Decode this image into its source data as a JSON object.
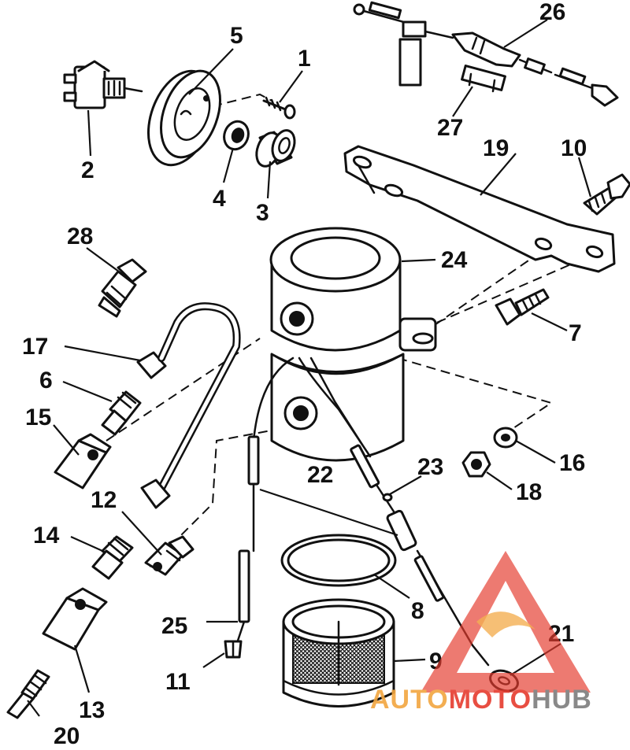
{
  "callouts": [
    {
      "id": "1",
      "label": "1"
    },
    {
      "id": "2",
      "label": "2"
    },
    {
      "id": "3",
      "label": "3"
    },
    {
      "id": "4",
      "label": "4"
    },
    {
      "id": "5",
      "label": "5"
    },
    {
      "id": "6",
      "label": "6"
    },
    {
      "id": "7",
      "label": "7"
    },
    {
      "id": "8",
      "label": "8"
    },
    {
      "id": "9",
      "label": "9"
    },
    {
      "id": "10",
      "label": "10"
    },
    {
      "id": "11",
      "label": "11"
    },
    {
      "id": "12",
      "label": "12"
    },
    {
      "id": "13",
      "label": "13"
    },
    {
      "id": "14",
      "label": "14"
    },
    {
      "id": "15",
      "label": "15"
    },
    {
      "id": "16",
      "label": "16"
    },
    {
      "id": "17",
      "label": "17"
    },
    {
      "id": "18",
      "label": "18"
    },
    {
      "id": "19",
      "label": "19"
    },
    {
      "id": "20",
      "label": "20"
    },
    {
      "id": "21",
      "label": "21"
    },
    {
      "id": "22",
      "label": "22"
    },
    {
      "id": "23",
      "label": "23"
    },
    {
      "id": "24",
      "label": "24"
    },
    {
      "id": "25",
      "label": "25"
    },
    {
      "id": "26",
      "label": "26"
    },
    {
      "id": "27",
      "label": "27"
    },
    {
      "id": "28",
      "label": "28"
    }
  ],
  "watermark": {
    "part1": "AUTO",
    "part2": "MOTO",
    "part3": "HUB",
    "color_primary": "#e63b2e",
    "color_secondary": "#f2a640",
    "color_gray": "#7d7d7d"
  }
}
